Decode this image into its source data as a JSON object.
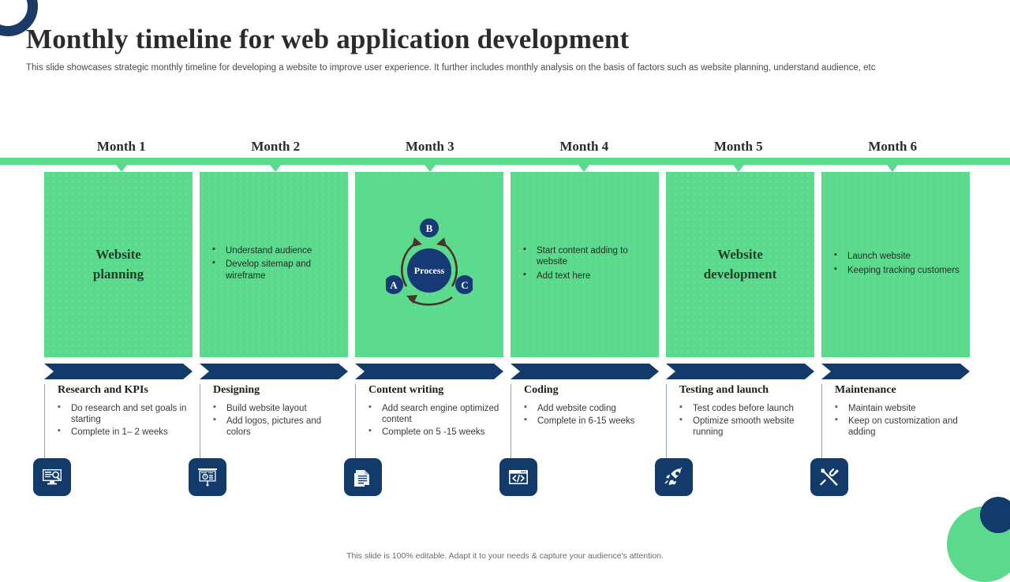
{
  "slide": {
    "title": "Monthly timeline for web application development",
    "subtitle": "This slide showcases strategic monthly timeline for developing a website to improve user experience. It further includes monthly  analysis on the basis of factors such as website planning, understand audience, etc",
    "footer": "This slide is 100% editable. Adapt it to your needs & capture your audience's attention."
  },
  "colors": {
    "green": "#5bd98c",
    "navy": "#123a6b",
    "ring_navy": "#1b3b66",
    "panel_text": "#1f3d2a"
  },
  "months": [
    {
      "label": "Month 1"
    },
    {
      "label": "Month 2"
    },
    {
      "label": "Month 3"
    },
    {
      "label": "Month 4"
    },
    {
      "label": "Month 5"
    },
    {
      "label": "Month 6"
    }
  ],
  "panels": [
    {
      "kind": "heading",
      "heading_line1": "Website",
      "heading_line2": "planning",
      "bullets": []
    },
    {
      "kind": "bullets",
      "bullets": [
        "Understand audience",
        "Develop sitemap and wireframe"
      ]
    },
    {
      "kind": "cycle",
      "bullets": [],
      "cycle": {
        "center_label": "Process",
        "nodes": [
          "A",
          "B",
          "C"
        ]
      }
    },
    {
      "kind": "bullets",
      "bullets": [
        "Start content adding to website",
        "Add text here"
      ]
    },
    {
      "kind": "heading",
      "heading_line1": "Website",
      "heading_line2": "development",
      "bullets": []
    },
    {
      "kind": "bullets",
      "bullets": [
        "Launch website",
        "Keeping tracking customers"
      ]
    }
  ],
  "stages": [
    {
      "title": "Research and  KPIs",
      "bullets": [
        "Do research and set goals in starting",
        "Complete in 1– 2 weeks"
      ],
      "icon": "monitor-search-icon"
    },
    {
      "title": "Designing",
      "bullets": [
        "Build website layout",
        "Add logos, pictures and colors"
      ],
      "icon": "presentation-chart-icon"
    },
    {
      "title": "Content writing",
      "bullets": [
        "Add search engine optimized content",
        "Complete on 5 -15 weeks"
      ],
      "icon": "document-icon"
    },
    {
      "title": "Coding",
      "bullets": [
        "Add website coding",
        "Complete in 6-15 weeks"
      ],
      "icon": "code-brackets-icon"
    },
    {
      "title": "Testing and launch",
      "bullets": [
        "Test codes before launch",
        "Optimize smooth website running"
      ],
      "icon": "rocket-icon"
    },
    {
      "title": "Maintenance",
      "bullets": [
        "Maintain website",
        "Keep on customization and adding"
      ],
      "icon": "tools-icon"
    }
  ]
}
